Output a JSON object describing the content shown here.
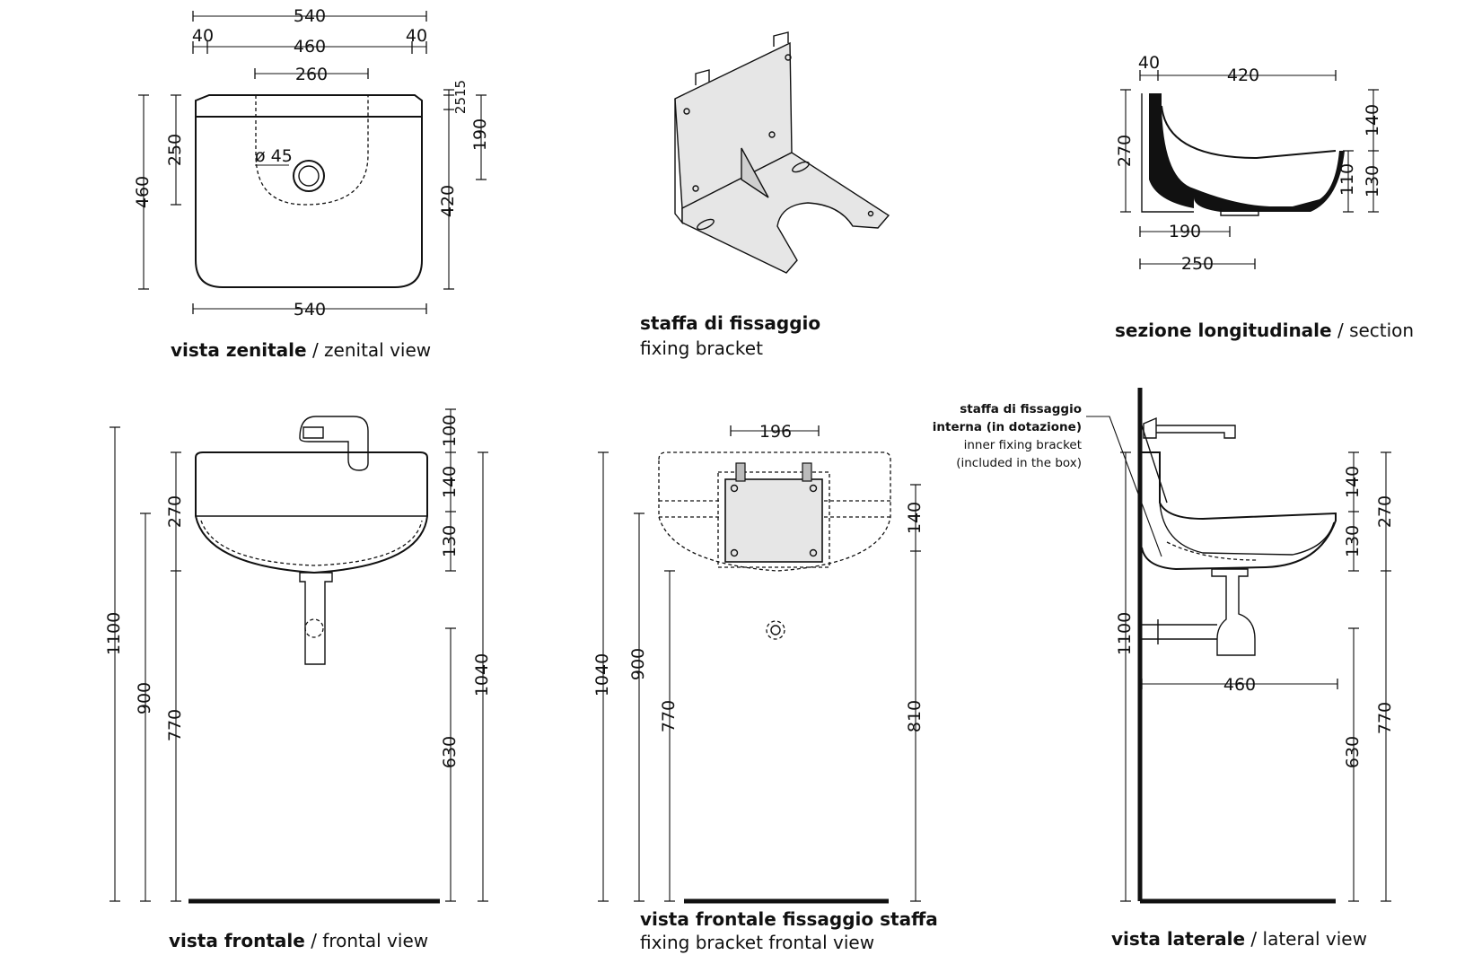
{
  "captions": {
    "zenital": {
      "main": "vista zenitale",
      "sep": " / ",
      "sub": "zenital view"
    },
    "bracket": {
      "main": "staffa di fissaggio",
      "sub": "fixing bracket"
    },
    "section": {
      "main": "sezione longitudinale",
      "sep": " / ",
      "sub": "section"
    },
    "frontal": {
      "main": "vista frontale",
      "sep": " / ",
      "sub": "frontal view"
    },
    "bracket_frontal": {
      "main": "vista frontale fissaggio staffa",
      "sub": "fixing bracket frontal view"
    },
    "lateral": {
      "main": "vista laterale",
      "sep": " / ",
      "sub": "lateral view"
    }
  },
  "note": {
    "line1": "staffa di fissaggio",
    "line2": "interna (in dotazione)",
    "line3": "inner fixing bracket",
    "line4": "(included in the box)"
  },
  "dims": {
    "zenital": {
      "top_width": "540",
      "left_margin": "40",
      "inner_width": "460",
      "right_margin": "40",
      "hole_span": "260",
      "hole_diam": "ø 45",
      "depth": "460",
      "hole_depth": "250",
      "rim": "2515",
      "rear": "190",
      "basin_depth": "420",
      "bottom_width": "540"
    },
    "section": {
      "wall": "40",
      "length": "420",
      "height": "270",
      "top": "140",
      "mid": "110",
      "low": "130",
      "drain": "190",
      "base": "250"
    },
    "frontal": {
      "total": "1100",
      "rim": "900",
      "bowl": "270",
      "floor": "770",
      "tap": "100",
      "top": "140",
      "low": "130",
      "trap": "630",
      "side": "1040"
    },
    "bracket_frontal": {
      "width": "196",
      "total": "1040",
      "rim": "900",
      "floor": "770",
      "top": "140",
      "low": "810"
    },
    "lateral": {
      "total": "1100",
      "projection": "460",
      "top": "140",
      "bowl": "270",
      "low": "130",
      "trap": "630",
      "floor": "770"
    }
  }
}
